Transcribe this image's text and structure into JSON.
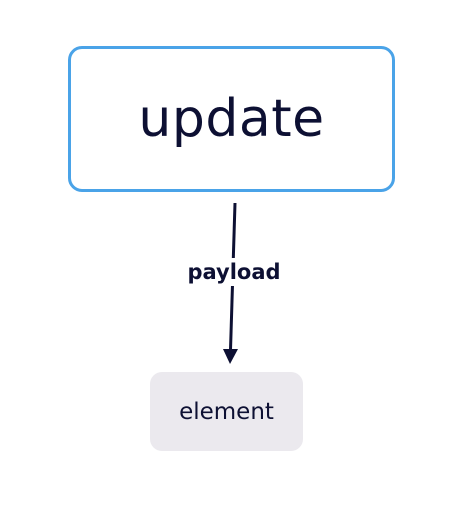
{
  "diagram": {
    "nodes": {
      "update": {
        "label": "update",
        "border_color": "#4aa3e8",
        "text_color": "#0d1033"
      },
      "element": {
        "label": "element",
        "fill_color": "#ebe9ee",
        "text_color": "#0d1033"
      }
    },
    "edges": [
      {
        "from": "update",
        "to": "element",
        "label": "payload",
        "color": "#0d1033"
      }
    ]
  }
}
